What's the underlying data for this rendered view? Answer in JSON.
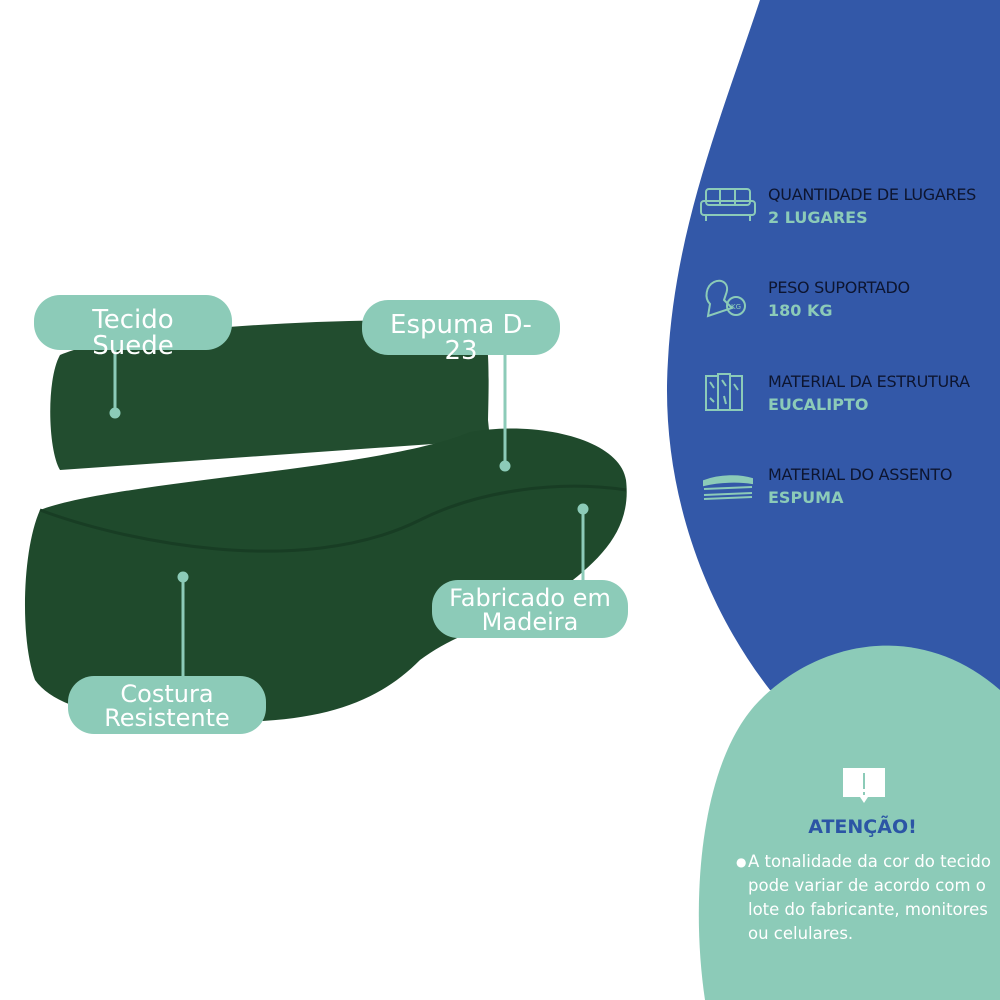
{
  "colors": {
    "blue": "#3358a8",
    "mint": "#8ccbb8",
    "sofa": "#1f4a2c",
    "dark_text": "#0d1530"
  },
  "callouts": [
    {
      "text": "Tecido Suede"
    },
    {
      "text": "Espuma D-23"
    },
    {
      "text": "Fabricado em Madeira"
    },
    {
      "text": "Costura Resistente"
    }
  ],
  "specs": [
    {
      "icon": "sofa-icon",
      "label": "QUANTIDADE DE LUGARES",
      "value": "2 LUGARES"
    },
    {
      "icon": "weight-person-icon",
      "label": "PESO SUPORTADO",
      "value": "180 KG"
    },
    {
      "icon": "wood-planks-icon",
      "label": "MATERIAL DA ESTRUTURA",
      "value": "EUCALIPTO"
    },
    {
      "icon": "foam-layers-icon",
      "label": "MATERIAL DO ASSENTO",
      "value": "ESPUMA"
    }
  ],
  "attention": {
    "icon": "alert-speech-icon",
    "title": "ATENÇÃO!",
    "bullet": "A tonalidade da cor do tecido pode variar de acordo com o lote do fabricante, monitores ou celulares."
  }
}
